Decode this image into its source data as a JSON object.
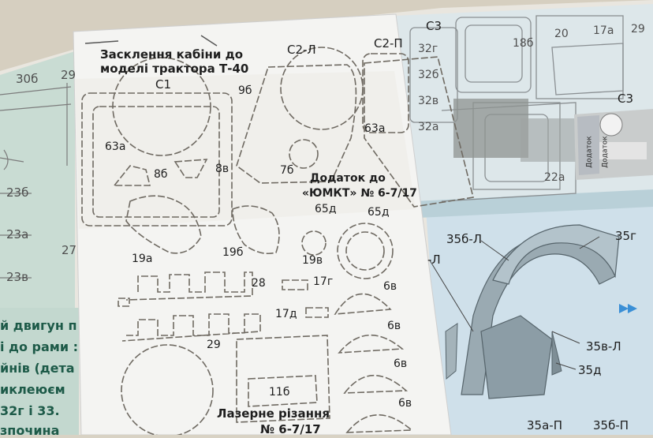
{
  "sheet": {
    "title_line1": "Засклення кабіни до",
    "title_line2": "моделі трактора Т-40",
    "footer": "Лазерне різання",
    "footer2": "№ 6-7/17",
    "supplement_line1": "Додаток до",
    "supplement_line2": "«ЮМКТ» № 6-7/17"
  },
  "part_labels": {
    "c1": "С1",
    "c2l": "С2-Л",
    "c2p": "С2-П",
    "c3": "С3",
    "c3b": "С3",
    "p63a": "63а",
    "p63a_b": "63а",
    "p8b": "8б",
    "p8v": "8в",
    "p9b": "9б",
    "p7b": "7б",
    "p65d": "65д",
    "p65d_b": "65д",
    "p19a": "19а",
    "p19b": "19б",
    "p19v": "19в",
    "p28": "28",
    "p29": "29",
    "p17g": "17г",
    "p17d": "17д",
    "p11b": "11б",
    "p6v1": "6в",
    "p6v2": "6в",
    "p6v3": "6в",
    "p6v4": "6в",
    "p32g": "32г",
    "p32b": "32б",
    "p32v": "32в",
    "p32a": "32а",
    "p18b": "18б",
    "p20": "20",
    "p17a": "17а",
    "p29b": "29",
    "p22a": "22а"
  },
  "background_labels": {
    "l30b": "30б",
    "l29": "29",
    "l23b": "23б",
    "l23a": "23а",
    "l23v": "23в",
    "l27": "27",
    "l35b_l": "35б-Л",
    "l35g": "35г",
    "l_l": "-Л",
    "l35v_l": "35в-Л",
    "l35d": "35д",
    "l35a_p": "35а-П",
    "l35b_p": "35б-П"
  },
  "left_text": {
    "line1": "й двигун п",
    "line2": "і до рами :",
    "line3": "йнів (дета",
    "line4": "иклеюєм",
    "line5": "32г і 33.",
    "line6": "зпочина"
  },
  "package_text": {
    "t1": "Додаток",
    "t2": "Додаток"
  },
  "colors": {
    "background": "#d8d2c4",
    "sheet": "#f4f4f2",
    "cut_lines": "#6f6a62",
    "page_blue": "#b9ccd6",
    "page_green": "#c3d8cf",
    "text_blue": "#1f5a86",
    "text_green": "#1d5a48"
  }
}
